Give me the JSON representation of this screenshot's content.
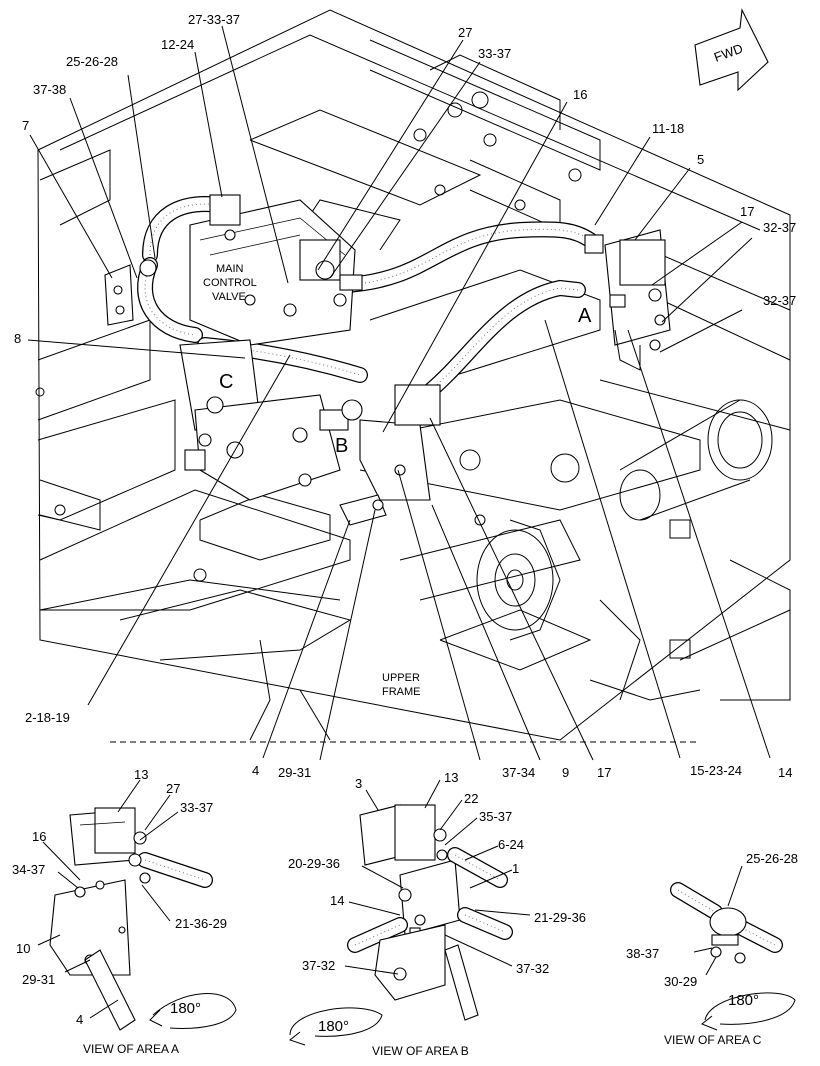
{
  "diagram": {
    "fwd_label": "FWD",
    "labels": {
      "main_control_valve": [
        "MAIN",
        "CONTROL",
        "VALVE"
      ],
      "upper_frame": [
        "UPPER",
        "FRAME"
      ],
      "area_a": "A",
      "area_b": "B",
      "area_c": "C"
    },
    "callouts": {
      "c_27_33_37": "27-33-37",
      "c_12_24": "12-24",
      "c_25_26_28": "25-26-28",
      "c_37_38": "37-38",
      "c_7": "7",
      "c_27": "27",
      "c_33_37": "33-37",
      "c_16": "16",
      "c_11_18": "11-18",
      "c_5": "5",
      "c_17_top": "17",
      "c_32_37_a": "32-37",
      "c_32_37_b": "32-37",
      "c_8": "8",
      "c_2_18_19": "2-18-19",
      "c_4": "4",
      "c_29_31": "29-31",
      "c_37_34": "37-34",
      "c_9": "9",
      "c_17_bottom": "17",
      "c_15_23_24": "15-23-24",
      "c_14": "14"
    },
    "view_a": {
      "caption": "VIEW OF AREA A",
      "rotation": "180°",
      "callouts": [
        "13",
        "27",
        "33-37",
        "16",
        "34-37",
        "21-36-29",
        "10",
        "29-31",
        "4"
      ]
    },
    "view_b": {
      "caption": "VIEW OF AREA B",
      "rotation": "180°",
      "callouts": [
        "3",
        "13",
        "22",
        "35-37",
        "6-24",
        "1",
        "20-29-36",
        "14",
        "21-29-36",
        "37-32",
        "37-32"
      ]
    },
    "view_c": {
      "caption": "VIEW OF AREA C",
      "rotation": "180°",
      "callouts": [
        "25-26-28",
        "38-37",
        "30-29"
      ]
    }
  }
}
